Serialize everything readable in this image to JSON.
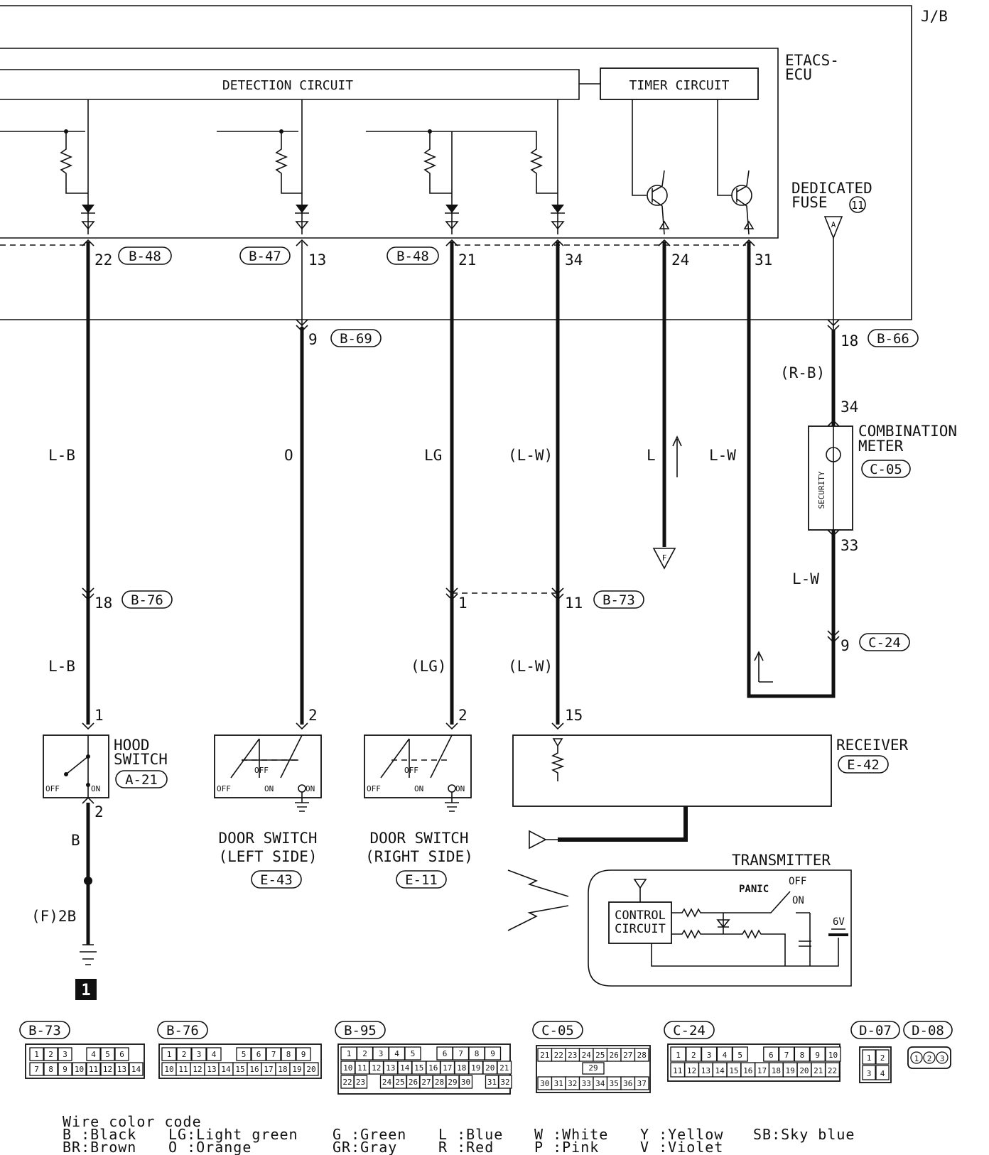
{
  "jb_label": "J/B",
  "ecu_label_line1": "ETACS-",
  "ecu_label_line2": "ECU",
  "detection_circuit": "DETECTION CIRCUIT",
  "timer_circuit": "TIMER CIRCUIT",
  "dedicated_fuse_line1": "DEDICATED",
  "dedicated_fuse_line2": "FUSE",
  "dedicated_fuse_num": "11",
  "fuse_tag": "A",
  "ecu_pins": [
    "22",
    "13",
    "21",
    "34",
    "24",
    "31"
  ],
  "ecu_connectors": [
    "B-48",
    "B-47",
    "B-48"
  ],
  "b69_pin": "9",
  "b69": "B-69",
  "b66_pin": "18",
  "b66": "B-66",
  "wires": {
    "hood": "L-B",
    "door_left": "O",
    "door_right": "LG",
    "receiver": "(L-W)",
    "timer24": "L",
    "timer31": "L-W",
    "meter_in": "(R-B)",
    "meter_out": "L-W",
    "hood_low": "L-B",
    "door_right_low": "(LG)",
    "receiver_low": "(L-W)",
    "ground": "B"
  },
  "meter_pin_in": "34",
  "meter_pin_out": "33",
  "combination_meter_line1": "COMBINATION",
  "combination_meter_line2": "METER",
  "combination_meter_conn": "C-05",
  "security_label": "SECURITY",
  "f_tag": "F",
  "b76_pin": "18",
  "b76": "B-76",
  "b73_pin1": "1",
  "b73_pin11": "11",
  "b73": "B-73",
  "c24_pin": "9",
  "c24": "C-24",
  "hood_pin1": "1",
  "hood_pin2": "2",
  "hood_switch_line1": "HOOD",
  "hood_switch_line2": "SWITCH",
  "hood_switch_conn": "A-21",
  "door_left_pin": "2",
  "door_right_pin": "2",
  "receiver_pin": "15",
  "receiver_label": "RECEIVER",
  "receiver_conn": "E-42",
  "off": "OFF",
  "on": "ON",
  "door_left_line1": "DOOR SWITCH",
  "door_left_line2": "(LEFT SIDE)",
  "door_left_conn": "E-43",
  "door_right_line1": "DOOR SWITCH",
  "door_right_line2": "(RIGHT SIDE)",
  "door_right_conn": "E-11",
  "ground_ref": "(F)2B",
  "ground_marker": "1",
  "transmitter": "TRANSMITTER",
  "panic": "PANIC",
  "control_circuit_line1": "CONTROL",
  "control_circuit_line2": "CIRCUIT",
  "battery": "6V",
  "connectors": {
    "b73": {
      "label": "B-73",
      "top": [
        "1",
        "2",
        "3",
        "",
        "4",
        "5",
        "6"
      ],
      "bottom": [
        "7",
        "8",
        "9",
        "10",
        "11",
        "12",
        "13",
        "14"
      ]
    },
    "b76": {
      "label": "B-76",
      "top": [
        "1",
        "2",
        "3",
        "4",
        "",
        "5",
        "6",
        "7",
        "8",
        "9"
      ],
      "bottom": [
        "10",
        "11",
        "12",
        "13",
        "14",
        "15",
        "16",
        "17",
        "18",
        "19",
        "20"
      ]
    },
    "b95": {
      "label": "B-95",
      "top": [
        "1",
        "2",
        "3",
        "4",
        "5",
        "",
        "6",
        "7",
        "8",
        "9"
      ],
      "mid": [
        "10",
        "11",
        "12",
        "13",
        "14",
        "15",
        "16",
        "17",
        "18",
        "19",
        "20",
        "21"
      ],
      "bottom": [
        "22",
        "23",
        "",
        "24",
        "25",
        "26",
        "27",
        "28",
        "29",
        "30",
        "",
        "31",
        "32"
      ]
    },
    "c05": {
      "label": "C-05",
      "top": [
        "21",
        "22",
        "23",
        "24",
        "25",
        "26",
        "27",
        "28"
      ],
      "mid": [
        "29"
      ],
      "bottom": [
        "30",
        "31",
        "32",
        "33",
        "34",
        "35",
        "36",
        "37"
      ]
    },
    "c24": {
      "label": "C-24",
      "top": [
        "1",
        "2",
        "3",
        "4",
        "5",
        "",
        "6",
        "7",
        "8",
        "9",
        "10"
      ],
      "bottom": [
        "11",
        "12",
        "13",
        "14",
        "15",
        "16",
        "17",
        "18",
        "19",
        "20",
        "21",
        "22"
      ]
    },
    "d07": {
      "label": "D-07",
      "top": [
        "1",
        "2"
      ],
      "bottom": [
        "3",
        "4"
      ]
    },
    "d08": {
      "label": "D-08",
      "pins": [
        "1",
        "2",
        "3"
      ]
    }
  },
  "legend": {
    "title": "Wire color code",
    "col1": [
      "B :Black",
      "BR:Brown"
    ],
    "col2": [
      "LG:Light green",
      "O :Orange"
    ],
    "col3": [
      "G :Green",
      "GR:Gray"
    ],
    "col4": [
      "L :Blue",
      "R :Red"
    ],
    "col5": [
      "W :White",
      "P :Pink"
    ],
    "col6": [
      "Y :Yellow",
      "V :Violet"
    ],
    "col7": [
      "SB:Sky blue"
    ]
  }
}
